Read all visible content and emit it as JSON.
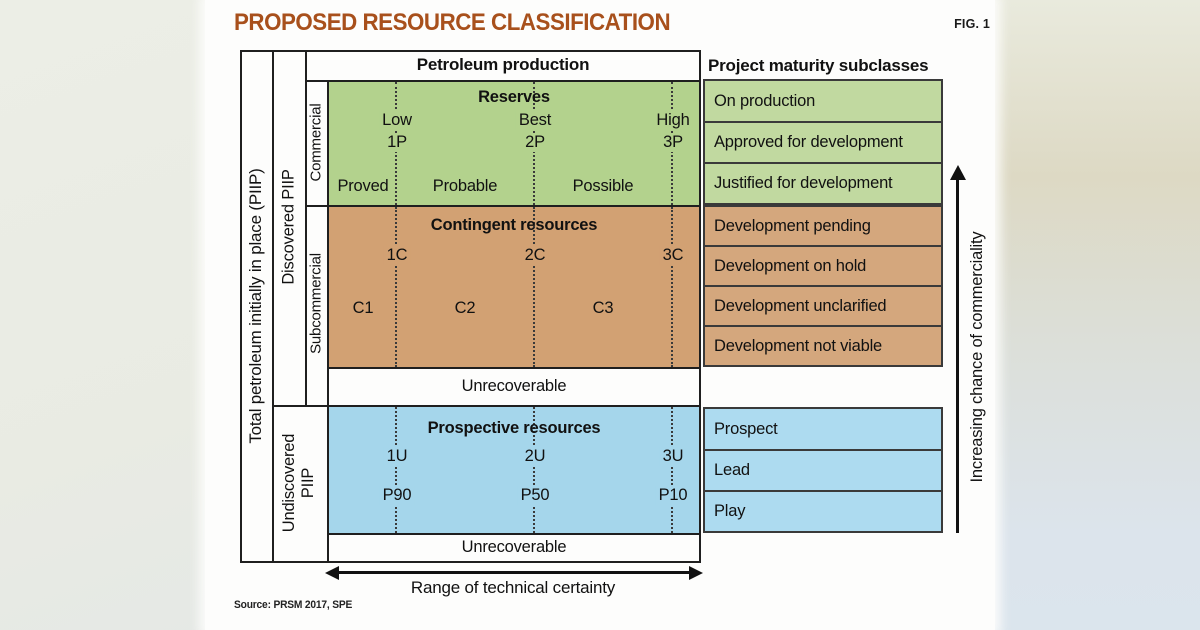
{
  "page": {
    "title": "PROPOSED RESOURCE CLASSIFICATION",
    "fig_label": "FIG. 1",
    "source": "Source: PRSM 2017, SPE"
  },
  "headers": {
    "petroleum_production": "Petroleum production",
    "project_maturity": "Project maturity subclasses"
  },
  "axis_labels": {
    "total_piip": "Total petroleum initially in place (PIIP)",
    "discovered": "Discovered PIIP",
    "undiscovered": "Undiscovered PIIP",
    "commercial": "Commercial",
    "subcommercial": "Subcommercial",
    "technical_certainty": "Range of technical certainty",
    "commerciality": "Increasing chance of commerciality"
  },
  "reserves": {
    "title": "Reserves",
    "low": "Low",
    "p1": "1P",
    "best": "Best",
    "p2": "2P",
    "high": "High",
    "p3": "3P",
    "proved": "Proved",
    "probable": "Probable",
    "possible": "Possible"
  },
  "contingent": {
    "title": "Contingent resources",
    "line1": "1C",
    "line2": "2C",
    "line3": "3C",
    "c1": "C1",
    "c2": "C2",
    "c3": "C3"
  },
  "prospective": {
    "title": "Prospective resources",
    "u1": "1U",
    "u2": "2U",
    "u3": "3U",
    "p90": "P90",
    "p50": "P50",
    "p10": "P10"
  },
  "unrecoverable_upper": "Unrecoverable",
  "unrecoverable_lower": "Unrecoverable",
  "subclasses": {
    "reserves": [
      "On production",
      "Approved for development",
      "Justified for development"
    ],
    "contingent": [
      "Development pending",
      "Development on hold",
      "Development unclarified",
      "Development not viable"
    ],
    "prospective": [
      "Prospect",
      "Lead",
      "Play"
    ]
  },
  "colors": {
    "title_text": "#a8501c",
    "reserves_band": "#b3d28d",
    "reserves_box": "#c1d9a0",
    "contingent_band": "#d2a173",
    "contingent_box": "#d4a77d",
    "prospective_band": "#a5d6eb",
    "prospective_box": "#addbf0",
    "line": "#1f1f1f"
  }
}
